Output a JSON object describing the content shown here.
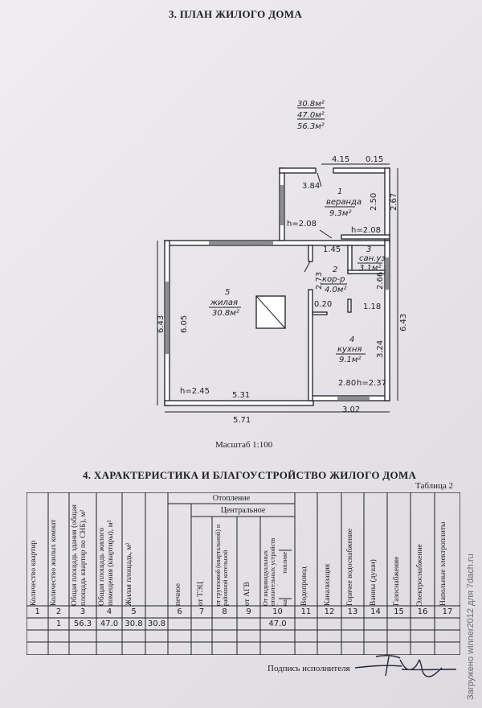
{
  "document": {
    "plan_title": "3. ПЛАН ЖИЛОГО ДОМА",
    "scale": "Масштаб  1:100",
    "chars_title": "4. ХАРАКТЕРИСТИКА И БЛАГОУСТРОЙСТВО ЖИЛОГО ДОМА",
    "table_label": "Таблица 2",
    "signature_label": "Подпись исполнителя",
    "watermark": "Загружено winner2012 для 7dach.ru"
  },
  "plan": {
    "area_summary": {
      "living": "30.8м²",
      "useful": "47.0м²",
      "total": "56.3м²"
    },
    "rooms": [
      {
        "number": "1",
        "name": "веранда",
        "area": "9.3м²"
      },
      {
        "number": "2",
        "name": "кор-р",
        "area": "4.0м²"
      },
      {
        "number": "3",
        "name": "сан.уз",
        "area": "3.1м²"
      },
      {
        "number": "4",
        "name": "кухня",
        "area": "9.1м²"
      },
      {
        "number": "5",
        "name": "жилая",
        "area": "30.8м²"
      }
    ],
    "dimensions": {
      "veranda_top": "4.15",
      "veranda_top_small": "0.15",
      "veranda_inner_width": "3.84",
      "veranda_inner_height": "2.50",
      "veranda_outer_height": "2.67",
      "veranda_height_left": "h=2.08",
      "veranda_height_right": "h=2.08",
      "corridor_len": "1.45",
      "corridor_height": "2.73",
      "bath_height": "2.66",
      "partition": "0.20",
      "kitchen_width_inner": "1.18",
      "kitchen_height": "3.24",
      "kitchen_bottom": "2.80",
      "kitchen_ceiling": "h=2.37",
      "right_outer": "6.43",
      "left_outer": "6.43",
      "left_inner": "6.05",
      "living_ceiling": "h=2.45",
      "bottom_inner": "5.31",
      "bottom_outer": "5.71",
      "bottom_right": "3.02"
    }
  },
  "table": {
    "group_heating": "Отопление",
    "group_central": "Центральное",
    "headers": [
      "Количество квартир",
      "Количество жилых комнат",
      "Общая площадь здания (общая площадь квартир по СНБ), м²",
      "Общая площадь жилого помещения (квартиры), м²",
      "Жилая площадь, м²",
      "печное",
      "от ТЭЦ",
      "от групповой (квартальной) и районной котельной",
      "от АГВ",
      "От индивидуальных отопительных устройств (котлов)",
      "Водопровод",
      "Канализация",
      "Горячее водоснабжение",
      "Ванны (души)",
      "Газоснабжение",
      "Электроснабжение",
      "Напольные электроплиты"
    ],
    "col10_sub_on": "на",
    "col10_sub_fuel": "топливе",
    "numbers": [
      "1",
      "2",
      "3",
      "4",
      "5",
      "6",
      "7",
      "8",
      "9",
      "10",
      "11",
      "12",
      "13",
      "14",
      "15",
      "16",
      "17"
    ],
    "row": [
      "",
      "1",
      "56.3",
      "47.0",
      "30.8",
      "30.8",
      "",
      "",
      "",
      "47.0",
      "",
      "",
      "",
      "",
      "",
      "",
      ""
    ]
  }
}
